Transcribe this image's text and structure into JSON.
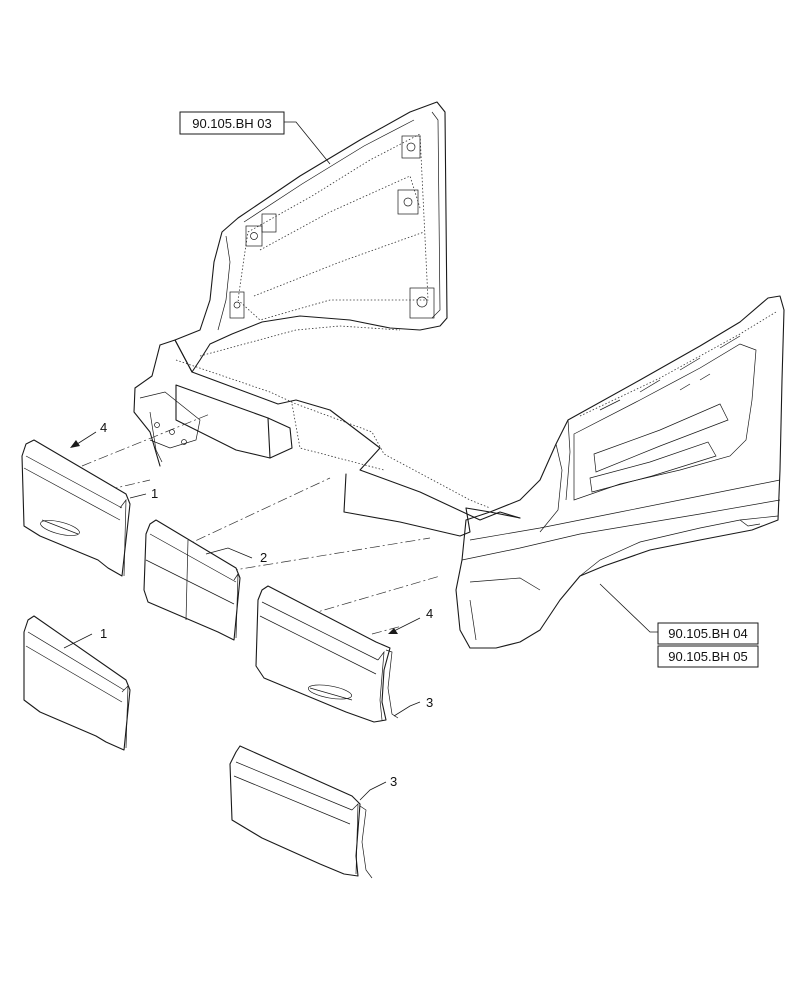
{
  "references": {
    "cab_rear": "90.105.BH 03",
    "fender_a": "90.105.BH 04",
    "fender_b": "90.105.BH 05"
  },
  "callouts": {
    "panel_left_upper": "1",
    "panel_left_lower": "1",
    "panel_center": "2",
    "panel_right_upper": "3",
    "panel_right_lower": "3",
    "fastener_left": "4",
    "fastener_right": "4"
  }
}
